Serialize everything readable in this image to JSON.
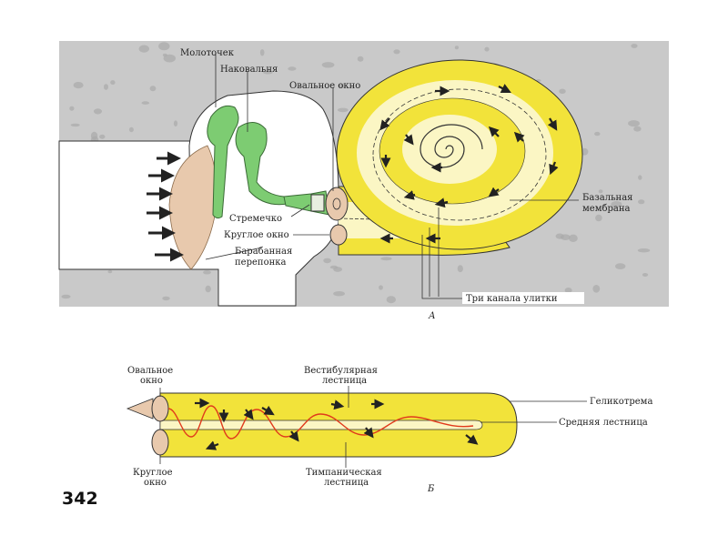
{
  "diagram_a": {
    "labels": {
      "malleus": "Молоточек",
      "incus": "Наковальня",
      "oval_window": "Овальное окно",
      "stapes": "Стремечко",
      "round_window": "Круглое окно",
      "eardrum_line1": "Барабанная",
      "eardrum_line2": "перепонка",
      "basilar_line1": "Базальная",
      "basilar_line2": "мембрана",
      "three_canals": "Три канала улитки"
    },
    "caption": "А"
  },
  "diagram_b": {
    "labels": {
      "oval_line1": "Овальное",
      "oval_line2": "окно",
      "vestibular_line1": "Вестибулярная",
      "vestibular_line2": "лестница",
      "helicotrema": "Геликотрема",
      "middle": "Средняя лестница",
      "round_line1": "Круглое",
      "round_line2": "окно",
      "tympanic_line1": "Тимпаническая",
      "tympanic_line2": "лестница"
    },
    "caption": "Б"
  },
  "page_number": "342",
  "colors": {
    "bone": "#c9c9c9",
    "bone_spot": "#aaaaaa",
    "cochlea_yellow": "#f2e33a",
    "cochlea_light": "#fbf6c4",
    "ossicle_green": "#7dcc72",
    "eardrum": "#e8c9ad",
    "fluid_line": "#e03a1c",
    "arrow": "#222222"
  }
}
